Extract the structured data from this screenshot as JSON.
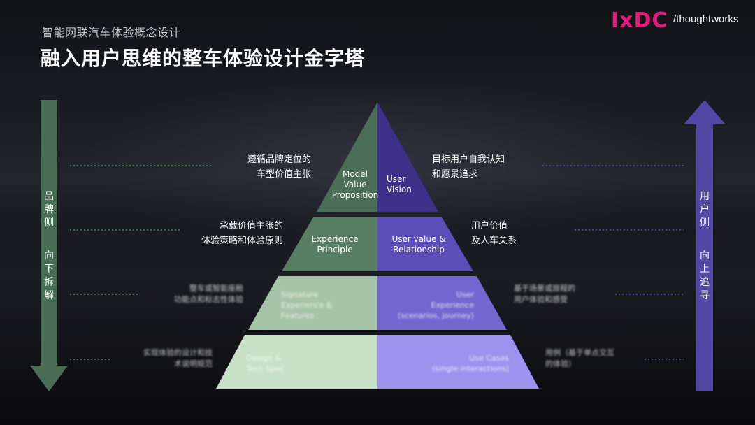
{
  "header": {
    "subtitle": "智能网联汽车体验概念设计",
    "title": "融入用户思维的整车体验设计金字塔"
  },
  "logos": {
    "ixdc": "IxDC",
    "thoughtworks": "/thoughtworks"
  },
  "colors": {
    "left_top": "#4b6e57",
    "left_2": "#587e64",
    "left_3": "#a6c4a8",
    "left_4": "#c7e0c8",
    "right_top": "#3e2f88",
    "right_2": "#5c4db8",
    "right_3": "#7565cf",
    "right_4": "#9f91ee",
    "left_arrow": "#4a6d55",
    "right_arrow": "#5148a6",
    "brand_pink": "#e6197c"
  },
  "left_arrow_label": {
    "top": "品牌侧",
    "bottom": "向下拆解"
  },
  "right_arrow_label": {
    "top": "用户侧",
    "bottom": "向上追寻"
  },
  "pyramid": {
    "left": [
      {
        "label": "Model\nValue\nProposition"
      },
      {
        "label": "Experience\nPrinciple"
      },
      {
        "label": "Signature\nExperience &\nFeatures"
      },
      {
        "label": "Design &\nTech Spec"
      }
    ],
    "right": [
      {
        "label": "User\nVision"
      },
      {
        "label": "User value &\nRelationship"
      },
      {
        "label": "User\nExperience\n(scenarios, journey)"
      },
      {
        "label": "Use Cases\n(single interactions)"
      }
    ]
  },
  "descriptions": {
    "left": [
      "遵循品牌定位的\n车型价值主张",
      "承载价值主张的\n体验策略和体验原则",
      "整车或智能座舱\n功能点和标志性体验",
      "实现体验的设计和技\n术说明规范"
    ],
    "right": [
      "目标用户自我认知\n和愿景追求",
      "用户价值\n及人车关系",
      "基于场景或旅程的\n用户体验和感受",
      "用例（基于单点交互\n的体验）"
    ]
  }
}
